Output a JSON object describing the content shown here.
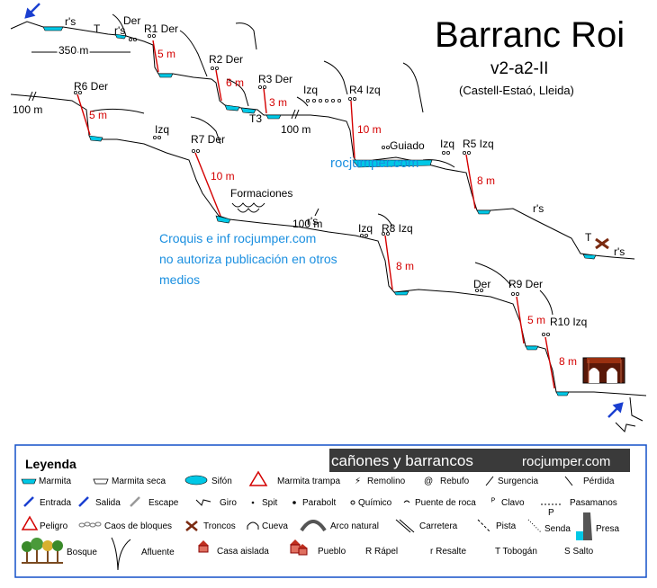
{
  "title": "Barranc Roi",
  "grade": "v2-a2-II",
  "location": "(Castell-Estaó, Lleida)",
  "watermark": "rocjumper.com",
  "notice": [
    "Croquis e inf rocjumper.com",
    "no autoriza publicación en otros",
    "medios"
  ],
  "labels": {
    "rs1": "r's",
    "t1": "T",
    "rs2": "r's",
    "der1": "Der",
    "r1": "R1 Der",
    "r1h": "5 m",
    "d350": "350 m",
    "r2": "R2 Der",
    "r2h": "6 m",
    "r3": "R3 Der",
    "r3h": "3 m",
    "t3": "T3",
    "izq1": "Izq",
    "d100a": "100 m",
    "r4": "R4 Izq",
    "r4h": "10 m",
    "guiado": "Guiado",
    "r6": "R6 Der",
    "r6h": "5 m",
    "d100b": "100 m",
    "izq2": "Izq",
    "r7": "R7 Der",
    "r7h": "10 m",
    "form": "Formaciones",
    "izq3": "Izq",
    "r5": "R5 Izq",
    "r5h": "8 m",
    "rs3": "r's",
    "t2": "T",
    "rs4": "r's",
    "rs5": "r's",
    "d100c": "100 m",
    "izq4": "Izq",
    "r8": "R8 Izq",
    "r8h": "8 m",
    "der2": "Der",
    "r9": "R9 Der",
    "r9h": "5 m",
    "r10": "R10 Izq",
    "r10h": "8 m"
  },
  "legend": {
    "title": "Leyenda",
    "banner": "cañones y barrancos",
    "banner_site": "rocjumper.com",
    "items": [
      "Marmita",
      "Marmita seca",
      "Sifón",
      "Marmita trampa",
      "Remolino",
      "Rebufo",
      "Surgencia",
      "Pérdida",
      "Entrada",
      "Salida",
      "Escape",
      "Giro",
      "Spit",
      "Parabolt",
      "Químico",
      "Puente de roca",
      "Clavo",
      "Pasamanos",
      "Peligro",
      "Caos de bloques",
      "Troncos",
      "Cueva",
      "Arco natural",
      "Carretera",
      "Pista",
      "Senda",
      "Presa",
      "Bosque",
      "Afluente",
      "Casa aislada",
      "Pueblo",
      "R Rápel",
      "r Resalte",
      "T Tobogán",
      "S Salto"
    ],
    "pasamanos_letter": "P"
  },
  "colors": {
    "water": "#00c8e6",
    "rappel": "#d40000",
    "notice": "#1a8fe0",
    "legend_border": "#1450c8"
  }
}
